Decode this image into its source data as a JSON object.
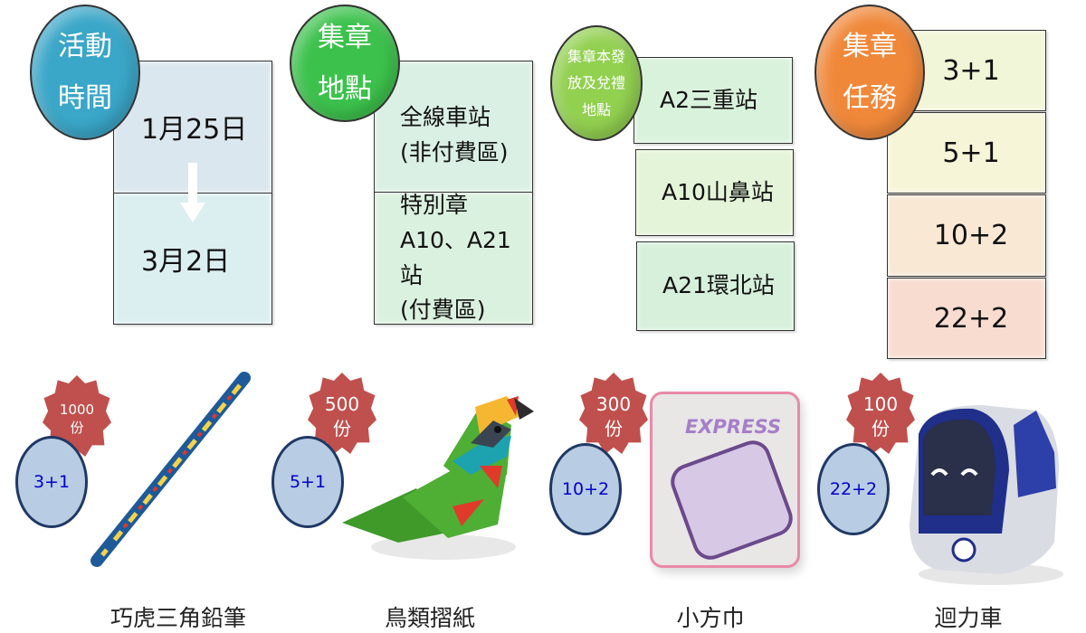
{
  "sections": {
    "time": {
      "title_lines": [
        "活動",
        "時間"
      ],
      "start": "1月25日",
      "end": "3月2日",
      "color": "#3aa6c8"
    },
    "location": {
      "title_lines": [
        "集章",
        "地點"
      ],
      "box1_lines": [
        "全線車站",
        "(非付費區)"
      ],
      "box2_lines": [
        "特別章",
        "A10、A21站",
        "(付費區)"
      ],
      "color": "#3cc24c"
    },
    "redeem": {
      "title_lines": [
        "集章本發",
        "放及兌禮",
        "地點"
      ],
      "stations": [
        "A2三重站",
        "A10山鼻站",
        "A21環北站"
      ],
      "color": "#92d050"
    },
    "tasks": {
      "title_lines": [
        "集章",
        "任務"
      ],
      "items": [
        "3+1",
        "5+1",
        "10+2",
        "22+2"
      ],
      "color": "#f0883a"
    }
  },
  "prizes": [
    {
      "task": "3+1",
      "quantity": "1000",
      "unit": "份",
      "name": "巧虎三角鉛筆"
    },
    {
      "task": "5+1",
      "quantity": "500",
      "unit": "份",
      "name": "鳥類摺紙"
    },
    {
      "task": "10+2",
      "quantity": "300",
      "unit": "份",
      "name": "小方巾",
      "print": "EXPRESS"
    },
    {
      "task": "22+2",
      "quantity": "100",
      "unit": "份",
      "name": "迴力車"
    }
  ]
}
